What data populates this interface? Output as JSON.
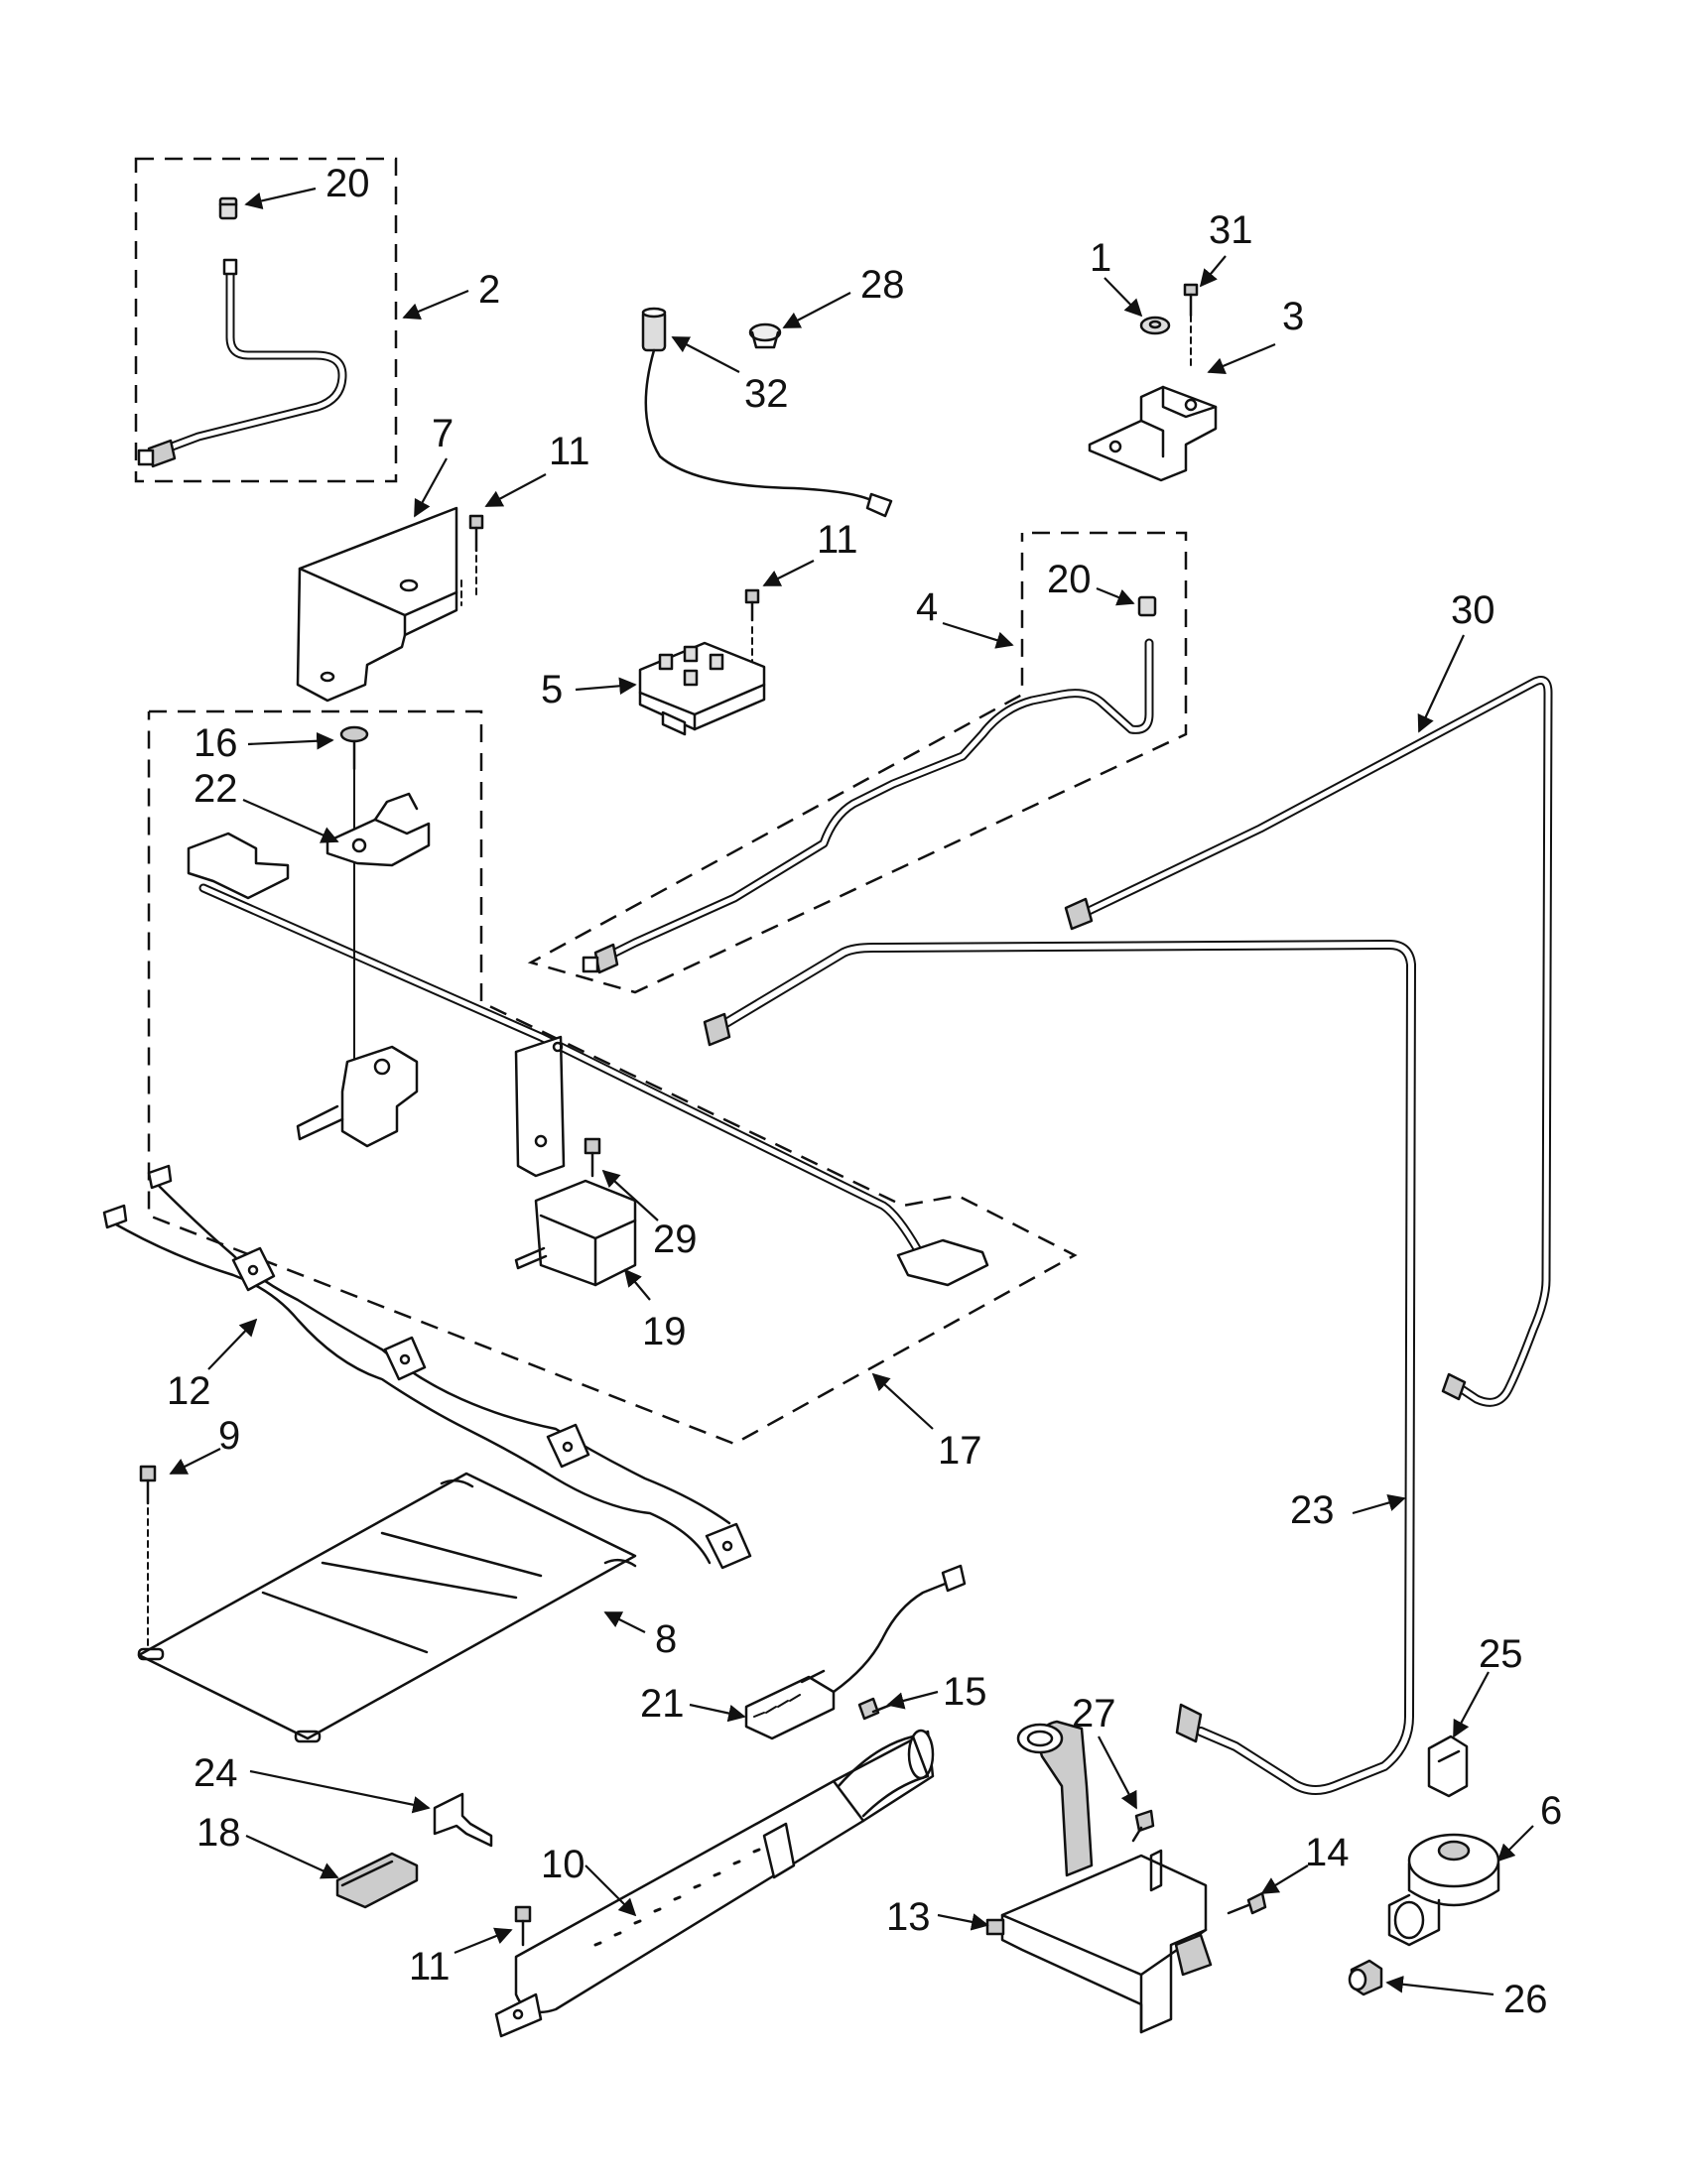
{
  "diagram": {
    "ink_color": "#111111",
    "background": "#ffffff",
    "callouts": [
      {
        "id": "c-20a",
        "label": "20"
      },
      {
        "id": "c-2",
        "label": "2"
      },
      {
        "id": "c-28",
        "label": "28"
      },
      {
        "id": "c-32",
        "label": "32"
      },
      {
        "id": "c-1",
        "label": "1"
      },
      {
        "id": "c-31",
        "label": "31"
      },
      {
        "id": "c-3",
        "label": "3"
      },
      {
        "id": "c-7",
        "label": "7"
      },
      {
        "id": "c-11a",
        "label": "11"
      },
      {
        "id": "c-11b",
        "label": "11"
      },
      {
        "id": "c-5",
        "label": "5"
      },
      {
        "id": "c-4",
        "label": "4"
      },
      {
        "id": "c-20b",
        "label": "20"
      },
      {
        "id": "c-30",
        "label": "30"
      },
      {
        "id": "c-16",
        "label": "16"
      },
      {
        "id": "c-22",
        "label": "22"
      },
      {
        "id": "c-29",
        "label": "29"
      },
      {
        "id": "c-19",
        "label": "19"
      },
      {
        "id": "c-12",
        "label": "12"
      },
      {
        "id": "c-9",
        "label": "9"
      },
      {
        "id": "c-17",
        "label": "17"
      },
      {
        "id": "c-23",
        "label": "23"
      },
      {
        "id": "c-8",
        "label": "8"
      },
      {
        "id": "c-21",
        "label": "21"
      },
      {
        "id": "c-15",
        "label": "15"
      },
      {
        "id": "c-25",
        "label": "25"
      },
      {
        "id": "c-27",
        "label": "27"
      },
      {
        "id": "c-24",
        "label": "24"
      },
      {
        "id": "c-18",
        "label": "18"
      },
      {
        "id": "c-10",
        "label": "10"
      },
      {
        "id": "c-14",
        "label": "14"
      },
      {
        "id": "c-6",
        "label": "6"
      },
      {
        "id": "c-11c",
        "label": "11"
      },
      {
        "id": "c-13",
        "label": "13"
      },
      {
        "id": "c-26",
        "label": "26"
      }
    ]
  }
}
